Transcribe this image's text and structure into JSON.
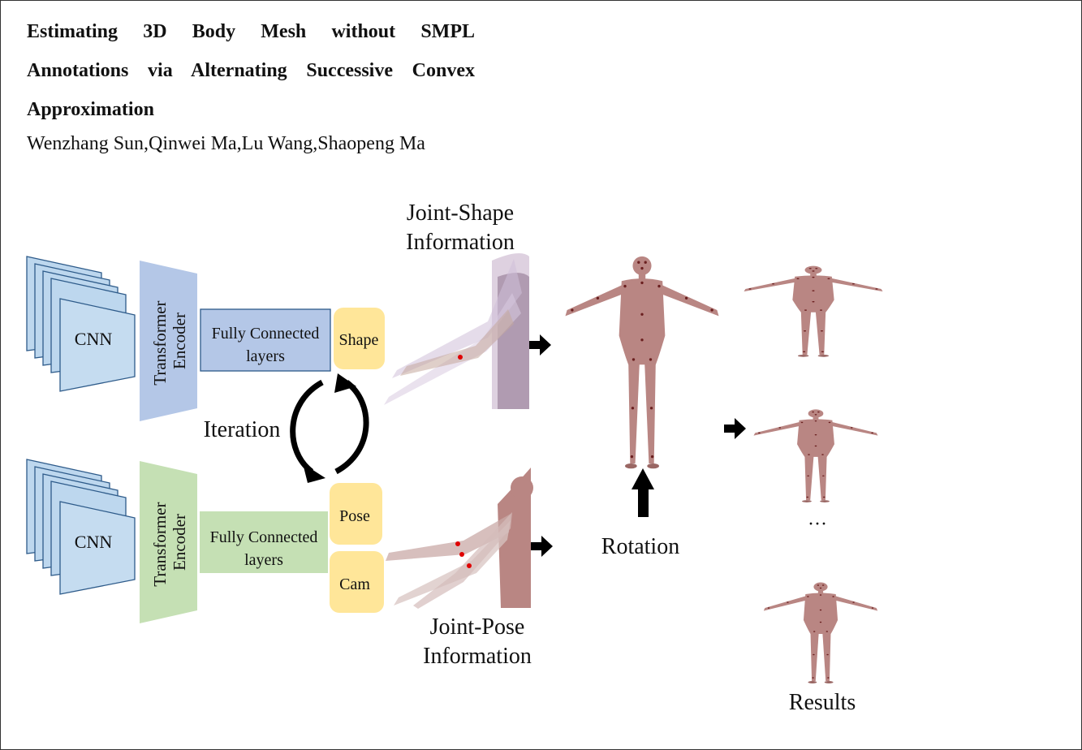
{
  "paper": {
    "title": "Estimating 3D Body Mesh without SMPL Annotations via Alternating Successive Convex Approximation",
    "authors": "Wenzhang Sun,Qinwei Ma,Lu Wang,Shaopeng Ma"
  },
  "diagram": {
    "top_branch": {
      "cnn": "CNN",
      "encoder_line1": "Transformer",
      "encoder_line2": "Encoder",
      "fc_line1": "Fully Connected",
      "fc_line2": "layers",
      "output": "Shape"
    },
    "bottom_branch": {
      "cnn": "CNN",
      "encoder_line1": "Transformer",
      "encoder_line2": "Encoder",
      "fc_line1": "Fully Connected",
      "fc_line2": "layers",
      "output_pose": "Pose",
      "output_cam": "Cam"
    },
    "iteration": "Iteration",
    "joint_shape_line1": "Joint-Shape",
    "joint_shape_line2": "Information",
    "joint_pose_line1": "Joint-Pose",
    "joint_pose_line2": "Information",
    "rotation": "Rotation",
    "ellipsis": "···",
    "results": "Results"
  },
  "colors": {
    "blue_fill": "#b4c7e7",
    "blue_light": "#c5dcf0",
    "green_fill": "#c5e0b4",
    "yellow_fill": "#ffe699",
    "body_skin": "#b98683",
    "joint_red": "#e00000"
  }
}
